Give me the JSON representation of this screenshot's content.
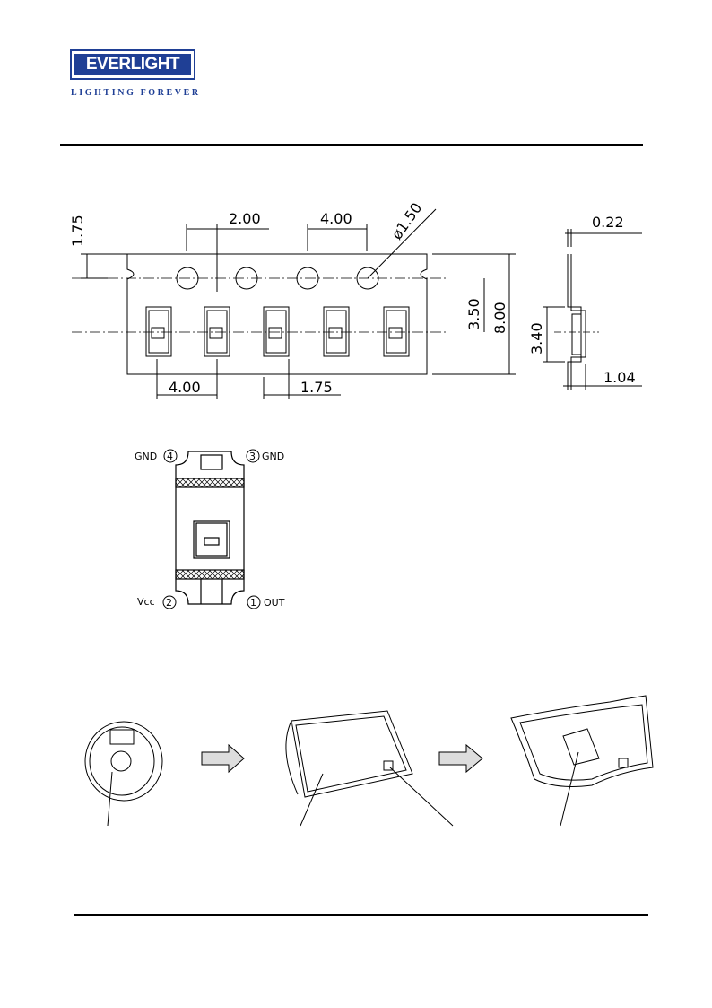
{
  "header": {
    "logo_text": "EVERLIGHT",
    "tagline": "LIGHTING FOREVER",
    "brand_color": "#1f3f95"
  },
  "tape_drawing": {
    "dims": {
      "top_margin": "1.75",
      "pitch_2": "2.00",
      "sprocket_pitch": "4.00",
      "hole_diameter": "ø1.50",
      "offset": "3.50",
      "tape_width": "8.00",
      "pocket_pitch": "4.00",
      "edge_offset": "1.75"
    }
  },
  "side_view": {
    "dims": {
      "thickness": "0.22",
      "height": "3.40",
      "depth": "1.04"
    }
  },
  "pinout": {
    "pin4": "GND",
    "pin3": "GND",
    "pin2": "Vcc",
    "pin1": "OUT",
    "num1": "1",
    "num2": "2",
    "num3": "3",
    "num4": "4"
  },
  "packing_steps": [
    "reel-icon",
    "moisture-bag-icon",
    "carton-icon"
  ]
}
